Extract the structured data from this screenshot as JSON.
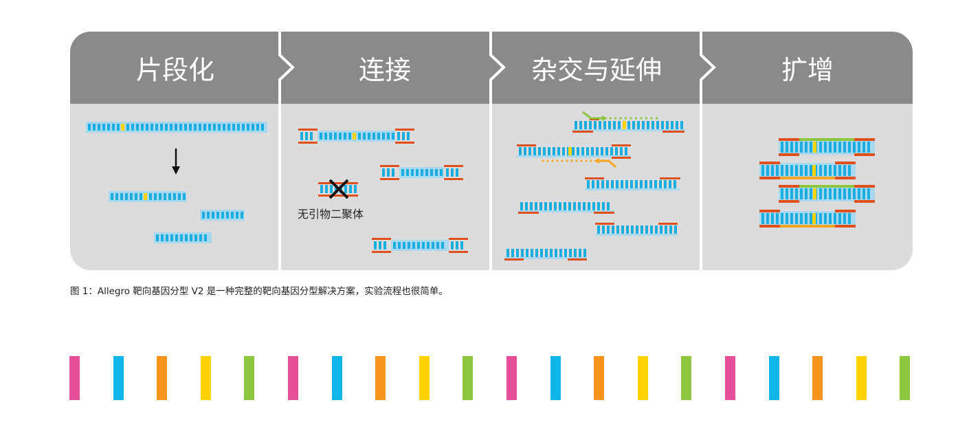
{
  "steps": [
    {
      "title": "片段化"
    },
    {
      "title": "连接"
    },
    {
      "title": "杂交与延伸"
    },
    {
      "title": "扩增"
    }
  ],
  "ligation_note": "无引物二聚体",
  "caption": "图 1：Allegro 靶向基因分型 V2 是一种完整的靶向基因分型解决方案，实验流程也很简单。",
  "colors": {
    "header": "#8a8a8a",
    "panel": "#dcdcdc",
    "dna_light": "#a8d8f0",
    "dna_bar": "#1aaee0",
    "snp": "#ffd200",
    "adapter": "#e0501c",
    "primer_green": "#8cc63f",
    "primer_orange": "#f5a623"
  },
  "stripe_colors": [
    "#e64f9a",
    "#10b6ea",
    "#f7941d",
    "#ffd200",
    "#8dc63f",
    "#e64f9a",
    "#10b6ea",
    "#f7941d",
    "#ffd200",
    "#8dc63f",
    "#e64f9a",
    "#10b6ea",
    "#f7941d",
    "#ffd200",
    "#8dc63f",
    "#e64f9a",
    "#10b6ea",
    "#f7941d",
    "#ffd200",
    "#8dc63f"
  ]
}
